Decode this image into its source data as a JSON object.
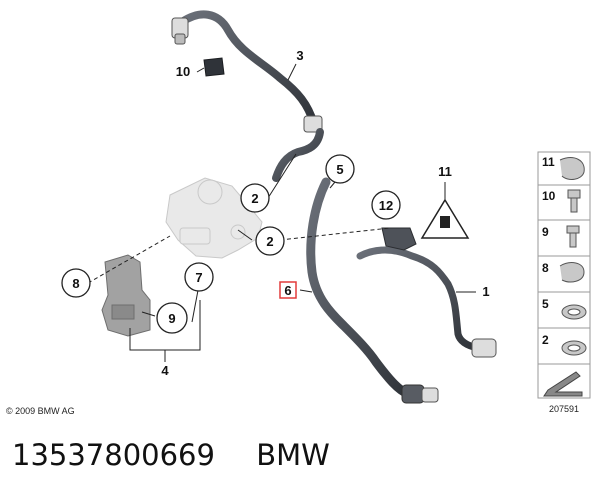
{
  "diagram": {
    "callouts": [
      "1",
      "2",
      "2",
      "3",
      "4",
      "5",
      "6",
      "7",
      "8",
      "9",
      "10",
      "11",
      "12"
    ],
    "side_panel_items": [
      "11",
      "10",
      "9",
      "8",
      "5",
      "2"
    ],
    "copyright": "© 2009 BMW AG",
    "drawing_number": "207591",
    "colors": {
      "hose": "#3f434c",
      "highlight_box": "#e23b3b",
      "panel_border": "#9a9a9a"
    }
  },
  "footer": {
    "part_number": "13537800669",
    "brand": "BMW"
  }
}
